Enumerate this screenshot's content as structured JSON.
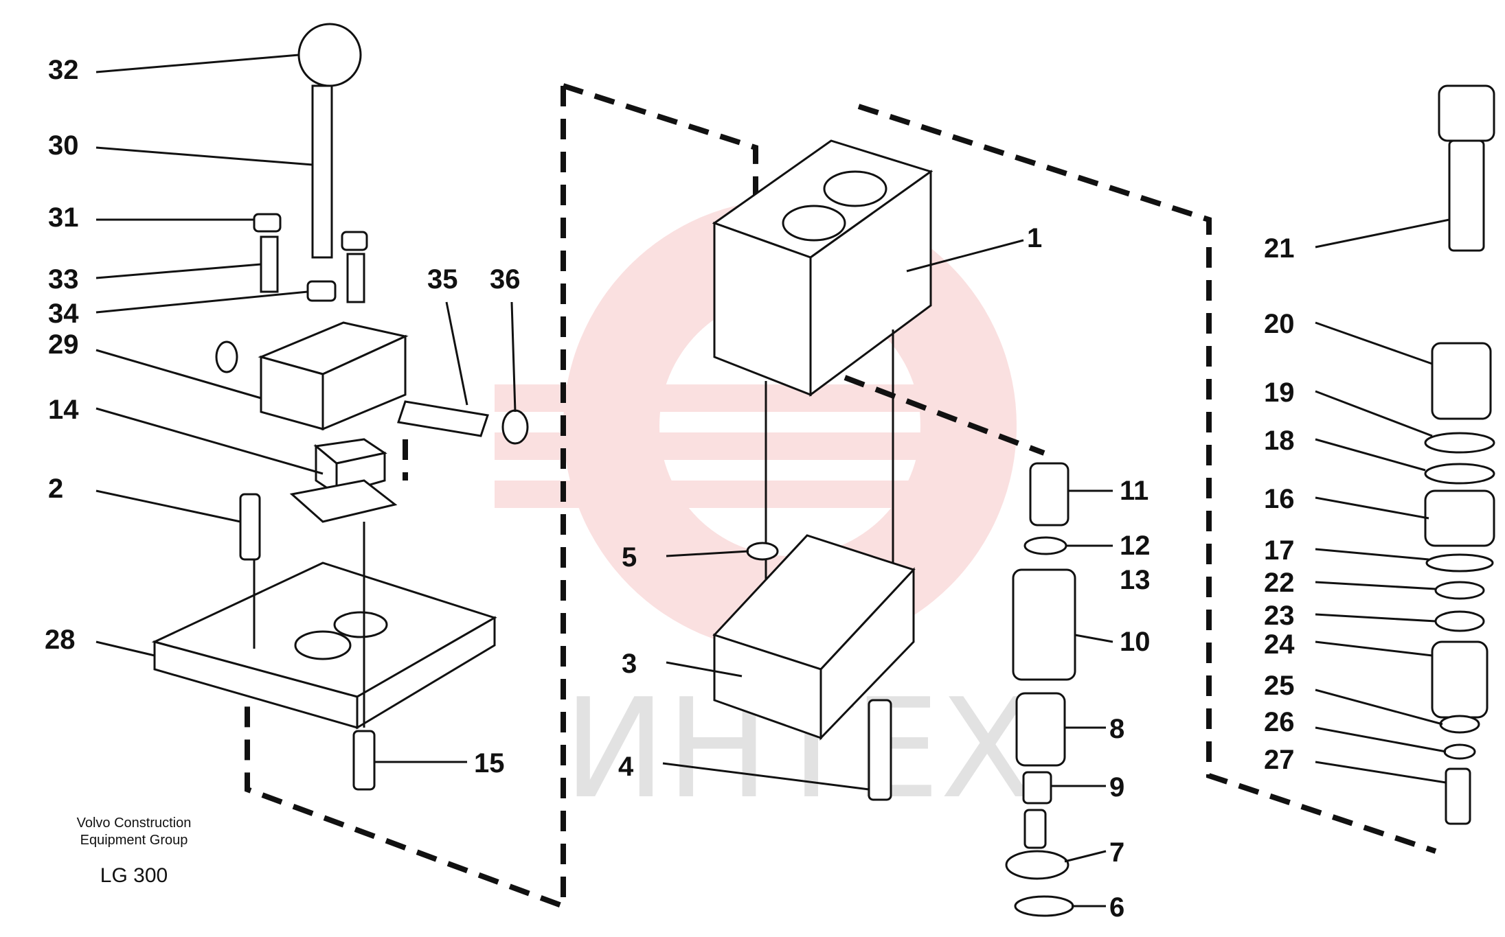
{
  "publisher": {
    "line1": "Volvo Construction",
    "line2": "Equipment Group",
    "code": "LG 300"
  },
  "watermark": {
    "text": "ИНТЕХ",
    "color": "#f4b8b8"
  },
  "callouts": [
    "32",
    "30",
    "31",
    "33",
    "34",
    "29",
    "14",
    "2",
    "28",
    "15",
    "35",
    "36",
    "1",
    "5",
    "3",
    "4",
    "11",
    "12",
    "13",
    "10",
    "8",
    "9",
    "7",
    "6",
    "21",
    "20",
    "19",
    "18",
    "16",
    "17",
    "22",
    "23",
    "24",
    "25",
    "26",
    "27"
  ]
}
